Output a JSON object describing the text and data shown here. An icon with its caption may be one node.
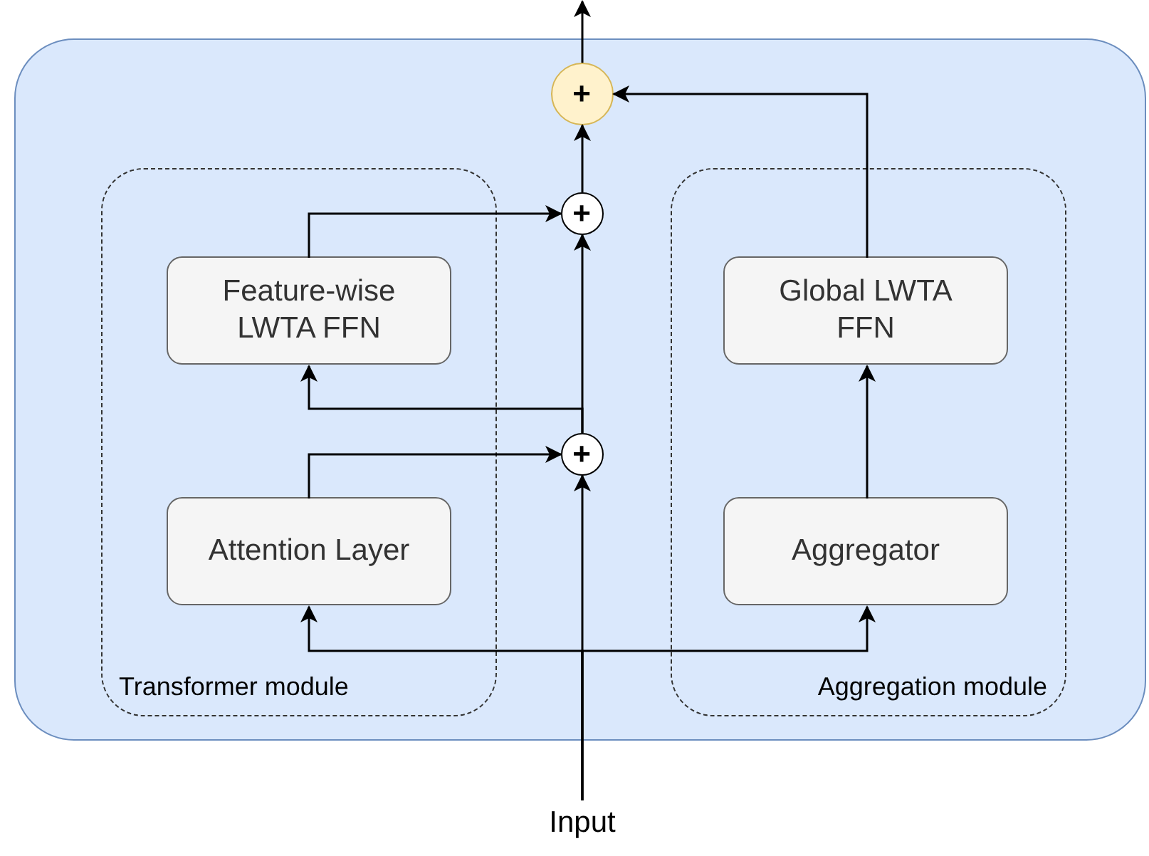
{
  "diagram": {
    "nodes": [
      {
        "text": [],
        "shape": "box"
      },
      {
        "text": [
          "Transformer module"
        ],
        "in": 0
      },
      {
        "text": [
          "Feature-wise LWTA FFN"
        ],
        "in": 1
      },
      {
        "text": [
          "Attention Layer"
        ],
        "in": 1
      },
      {
        "text": [
          "Aggregation module"
        ],
        "in": 0
      },
      {
        "text": [
          "Global LWTA FFN"
        ],
        "in": 4
      },
      {
        "text": [
          "Aggregator"
        ],
        "in": 4
      },
      {
        "text": [
          "+"
        ],
        "in": 0
      },
      {
        "text": [
          "+"
        ],
        "in": 0
      },
      {
        "text": [
          "+"
        ],
        "in": 0
      },
      {
        "text": [
          "Input"
        ]
      }
    ],
    "edges": [
      {
        "from": 10,
        "to": 7,
        "arrow": "to"
      },
      {
        "from": 10,
        "to": 3,
        "arrow": "to"
      },
      {
        "from": 10,
        "to": 6,
        "arrow": "to"
      },
      {
        "from": 3,
        "to": 7,
        "arrow": "to"
      },
      {
        "from": 7,
        "to": 2,
        "arrow": "to"
      },
      {
        "from": 7,
        "to": 8,
        "arrow": "to"
      },
      {
        "from": 2,
        "to": 8,
        "arrow": "to"
      },
      {
        "from": 8,
        "to": 9,
        "arrow": "to"
      },
      {
        "from": 6,
        "to": 5,
        "arrow": "to"
      },
      {
        "from": 5,
        "to": 9,
        "arrow": "to"
      },
      {
        "from": 9,
        "to": null,
        "arrow": "to"
      }
    ]
  }
}
